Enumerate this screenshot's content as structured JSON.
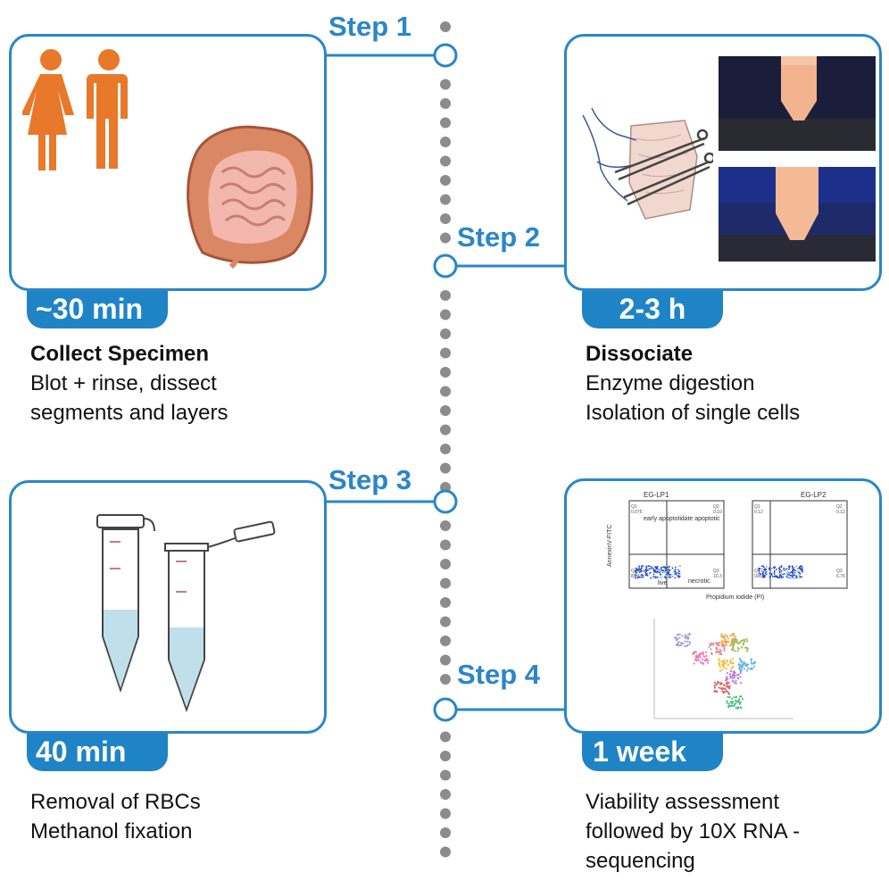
{
  "colors": {
    "accent": "#2a86c8",
    "tag_bg": "#1f84c6",
    "dots": "#8c8c8c"
  },
  "steps": [
    {
      "label": "Step 1",
      "duration": "~30 min",
      "title": "Collect Specimen",
      "lines": [
        "Blot + rinse, dissect",
        "segments and layers"
      ],
      "icons": [
        "person-female-icon",
        "person-male-icon",
        "intestine-illustration"
      ]
    },
    {
      "label": "Step 2",
      "duration": "2-3 h",
      "title": "Dissociate",
      "lines": [
        "Enzyme digestion",
        "Isolation of single cells"
      ],
      "icons": [
        "tissue-dissection-illustration",
        "conical-tube-photo"
      ]
    },
    {
      "label": "Step 3",
      "duration": "40 min",
      "title": "",
      "lines": [
        "Removal of RBCs",
        "Methanol fixation"
      ],
      "icons": [
        "microcentrifuge-tube-icon"
      ]
    },
    {
      "label": "Step 4",
      "duration": "1 week",
      "title": "",
      "lines": [
        "Viability assessment",
        "followed by 10X RNA -",
        "sequencing"
      ],
      "icons": [
        "flow-cytometry-plot",
        "umap-plot"
      ]
    }
  ],
  "flow_plot": {
    "panels": [
      "EG-LP1",
      "EG-LP2"
    ],
    "ylabel": "AnnexinV-FITC",
    "xlabel": "Propidium iodide (PI)",
    "quadrants": [
      "early apoptotic",
      "late apoptotic",
      "live",
      "necrotic"
    ],
    "quad_ids": [
      "Q1",
      "Q2",
      "Q3",
      "Q4"
    ],
    "values_lp1": [
      "0.075",
      "0.10",
      "10.3",
      "89.5"
    ],
    "values_lp2": [
      "0.12",
      "0.12",
      "6.76",
      "93.0"
    ]
  }
}
